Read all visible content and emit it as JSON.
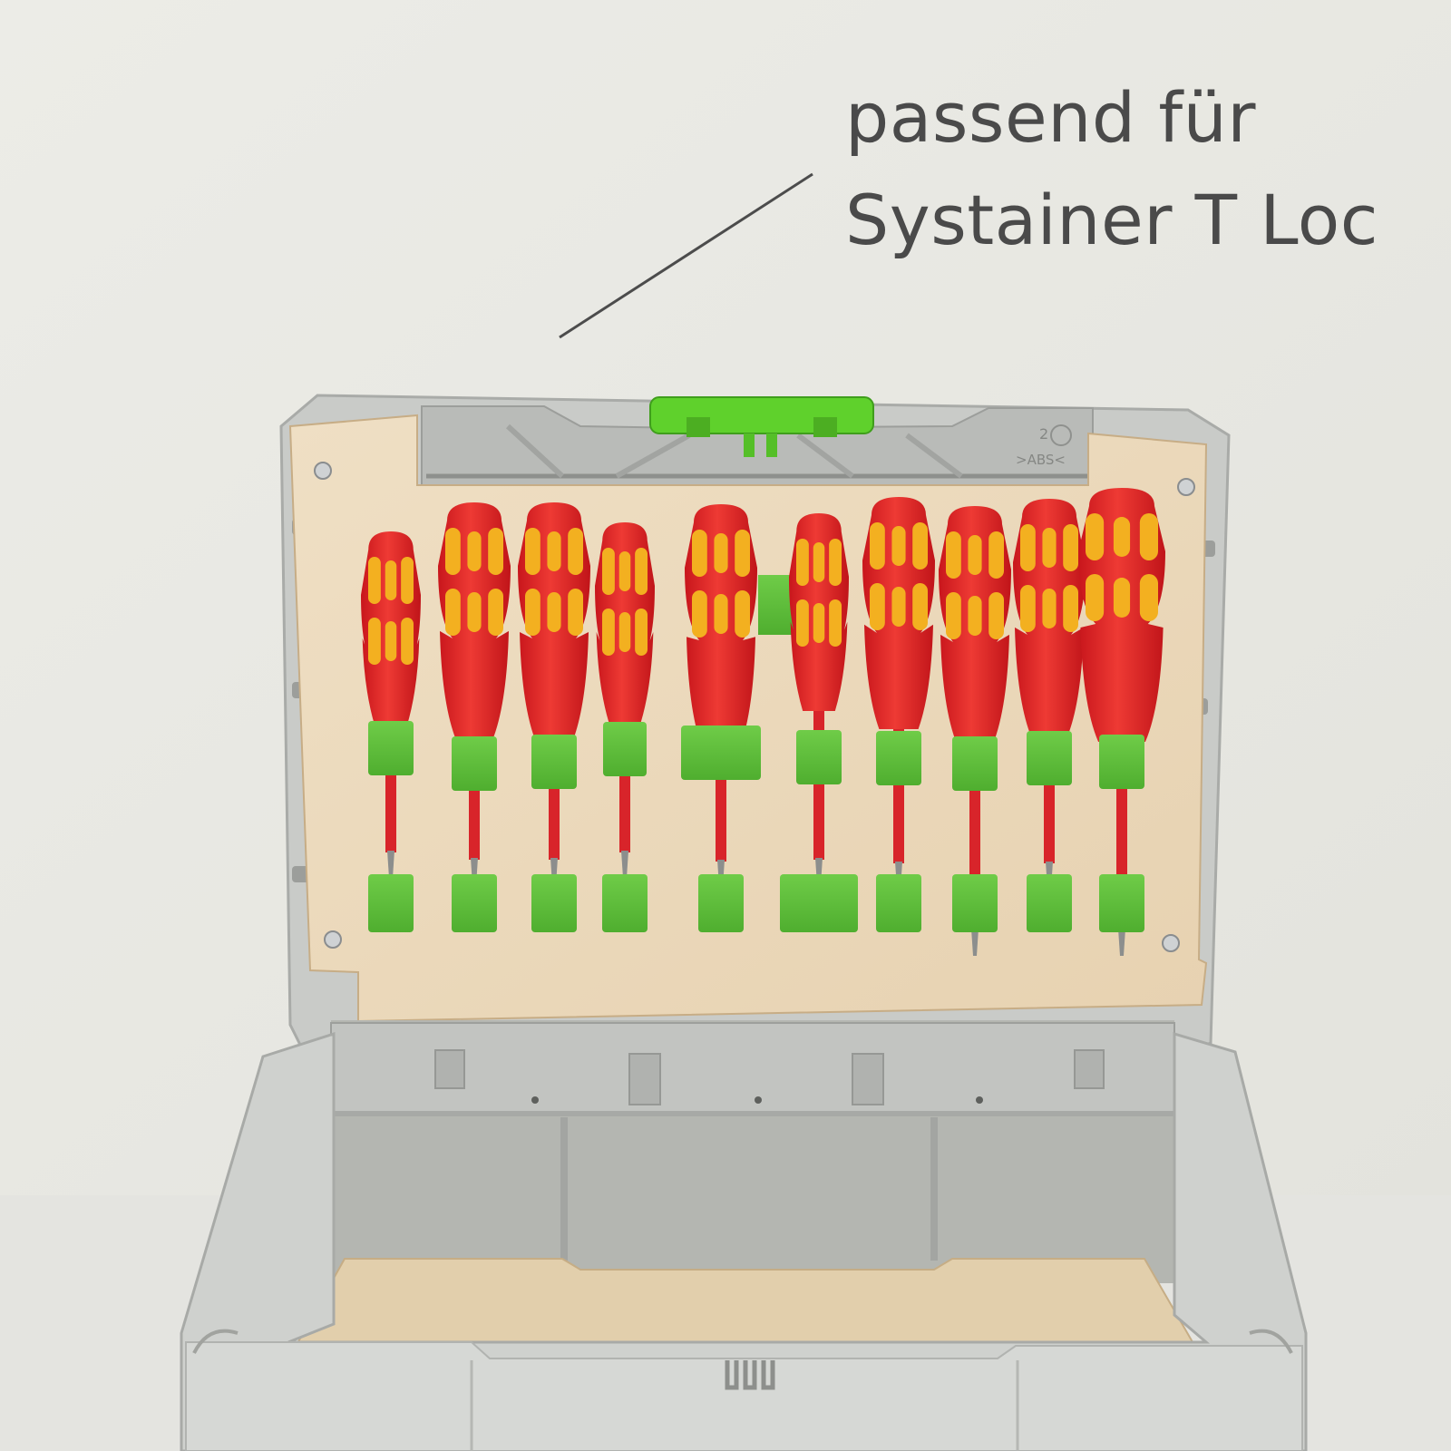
{
  "annotation": {
    "line1": "passend für",
    "line2": "Systainer T Loc"
  },
  "panel": {
    "screwdriver_count": 10
  },
  "case_marking": {
    "recycle_number": "2",
    "material": ">ABS<"
  },
  "colors": {
    "wall": "#e9e9e4",
    "table": "#e4e4e0",
    "case_gray": "#c9cbc8",
    "plywood": "#ecd9bb",
    "handle_red": "#e0262a",
    "handle_yellow": "#f3b020",
    "holder_green": "#5ec03a",
    "latch_green": "#5fd12c",
    "caption_text": "#4a4a4a"
  }
}
